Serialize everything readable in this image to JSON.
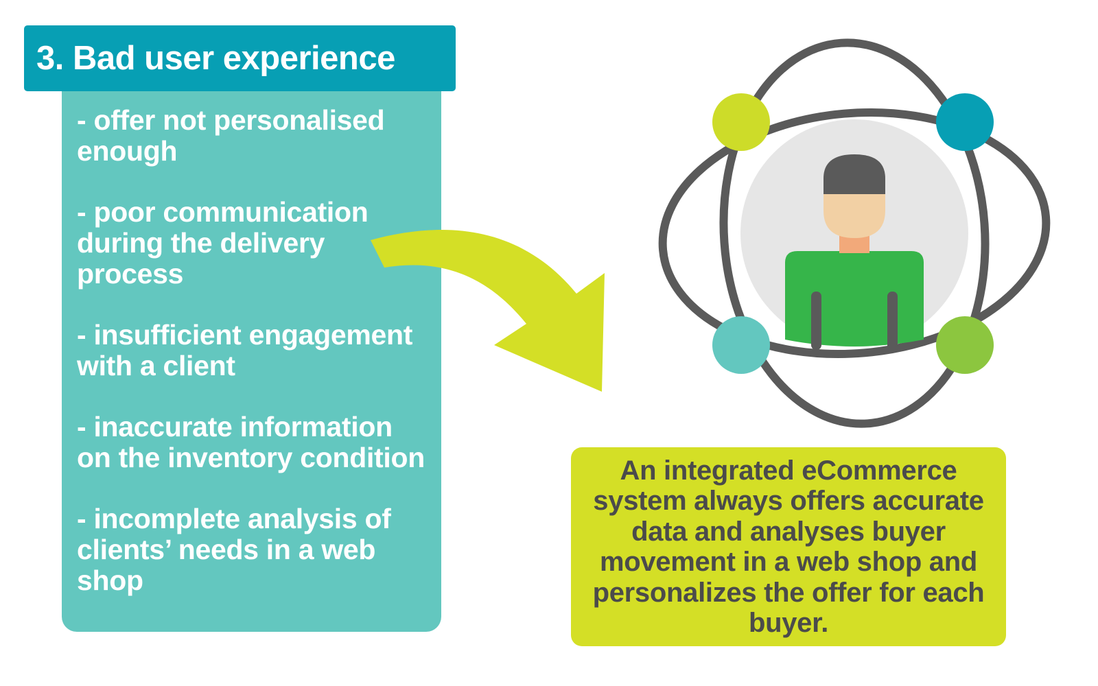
{
  "title": "3. Bad user experience",
  "problems": [
    "- offer not personalised enough",
    "- poor communication during the delivery process",
    "- insufficient engagement with a client",
    "- inaccurate information on the inventory condition",
    "- incomplete analysis of clients’ needs in a web shop"
  ],
  "solution": "An integrated eCommerce system always offers accurate data and analyses buyer movement in a web shop and personalizes the offer for each buyer.",
  "icons": {
    "arrow": "curved-arrow-icon",
    "customer": "customer-person-icon"
  },
  "colors": {
    "title_bg": "#079fb4",
    "panel_bg": "#63c7bf",
    "arrow": "#d4df26",
    "solution_bg": "#d4df26",
    "orbit": "#5a5a5a",
    "node_top_left": "#cddc29",
    "node_top_right": "#079fb4",
    "node_bottom_left": "#63c7bf",
    "node_bottom_right": "#8cc63f",
    "person_shirt": "#36b54a",
    "person_skin": "#f2d0a4",
    "person_hair": "#5a5a5a",
    "avatar_bg": "#e6e6e6"
  }
}
